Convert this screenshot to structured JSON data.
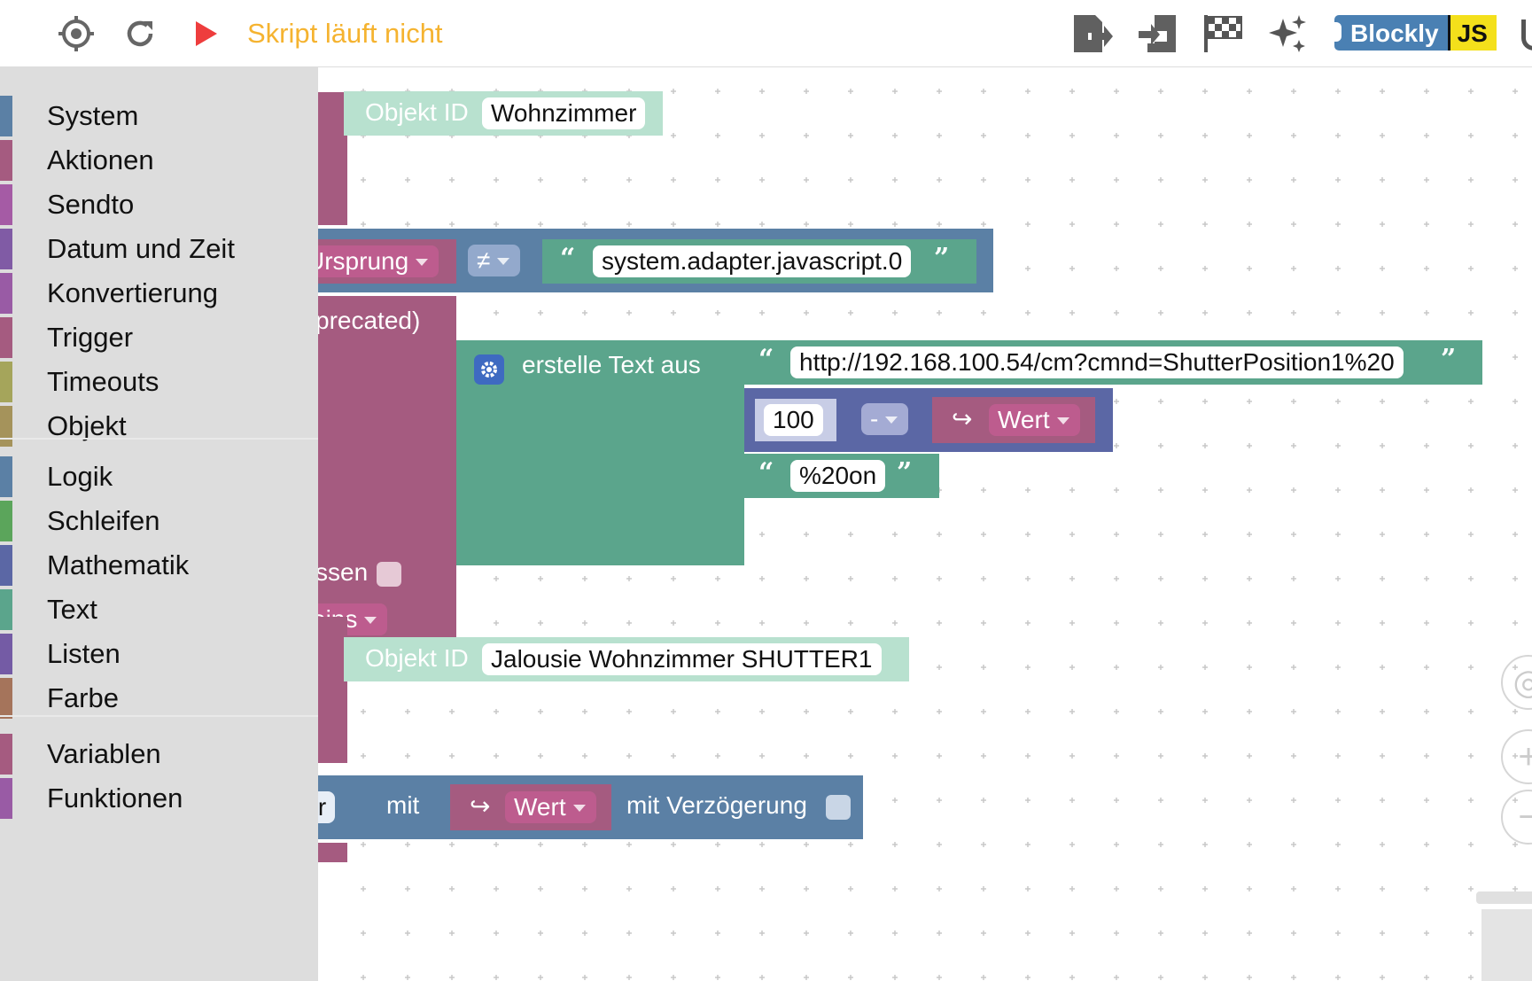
{
  "toolbar": {
    "status": "Skript läuft nicht",
    "icons": [
      "target-icon",
      "refresh-icon",
      "play-icon",
      "export-icon",
      "import-icon",
      "checkered-flag-icon",
      "sparkles-icon"
    ],
    "logo_left": "Blockly",
    "logo_right": "JS",
    "status_color": "#f5b330"
  },
  "toolbox": {
    "groups": [
      [
        {
          "label": "System",
          "color": "#5b80a5"
        },
        {
          "label": "Aktionen",
          "color": "#a55b80"
        },
        {
          "label": "Sendto",
          "color": "#a55ba5"
        },
        {
          "label": "Datum und Zeit",
          "color": "#805ba5"
        },
        {
          "label": "Konvertierung",
          "color": "#995ba5"
        },
        {
          "label": "Trigger",
          "color": "#a55b80"
        },
        {
          "label": "Timeouts",
          "color": "#a5a55b"
        },
        {
          "label": "Objekt",
          "color": "#a5935b"
        }
      ],
      [
        {
          "label": "Logik",
          "color": "#5b80a5"
        },
        {
          "label": "Schleifen",
          "color": "#5ba55b"
        },
        {
          "label": "Mathematik",
          "color": "#5b67a5"
        },
        {
          "label": "Text",
          "color": "#5ba58c"
        },
        {
          "label": "Listen",
          "color": "#745ba5"
        },
        {
          "label": "Farbe",
          "color": "#a5745b"
        }
      ],
      [
        {
          "label": "Variablen",
          "color": "#a55b80"
        },
        {
          "label": "Funktionen",
          "color": "#995ba5"
        }
      ]
    ]
  },
  "blocks": {
    "objekt_id_label": "Objekt ID",
    "objekt_id_1": "Wohnzimmer",
    "ursprung": "Ursprung",
    "neq": "≠",
    "system_adapter": "system.adapter.javascript.0",
    "deprecated": "precated)",
    "erstelle_text": "erstelle Text aus",
    "url": "http://192.168.100.54/cm?cmnd=ShutterPosition1%20",
    "num_100": "100",
    "minus": "-",
    "wert": "Wert",
    "suffix": "%20on",
    "ssen": "ssen",
    "eins": "eins",
    "objekt_id_2": "Jalousie Wohnzimmer SHUTTER1",
    "mer": "mer",
    "mit": "mit",
    "mit_verzoegerung": "mit Verzögerung"
  }
}
